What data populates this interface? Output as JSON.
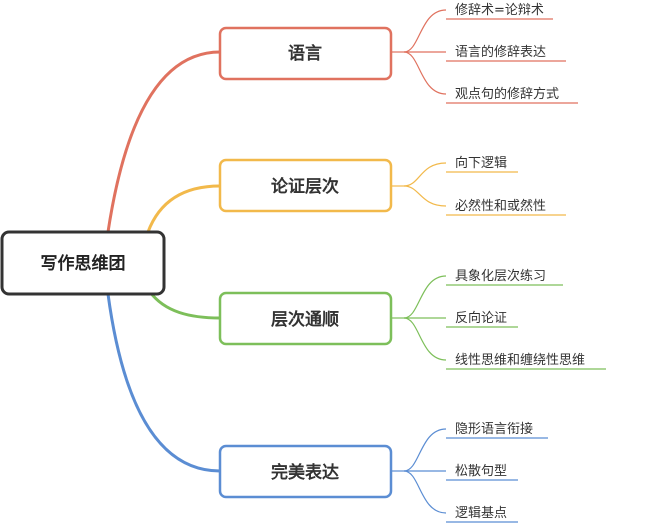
{
  "root": {
    "label": "写作思维团",
    "color": "#333333"
  },
  "branches": [
    {
      "label": "语言",
      "color": "#E0725F",
      "children": [
        "修辞术=论辩术",
        "语言的修辞表达",
        "观点句的修辞方式"
      ]
    },
    {
      "label": "论证层次",
      "color": "#F2B94B",
      "children": [
        "向下逻辑",
        "必然性和或然性"
      ]
    },
    {
      "label": "层次通顺",
      "color": "#7DBF5A",
      "children": [
        "具象化层次练习",
        "反向论证",
        "线性思维和缠绕性思维"
      ]
    },
    {
      "label": "完美表达",
      "color": "#5B8DD3",
      "children": [
        "隐形语言衔接",
        "松散句型",
        "逻辑基点"
      ]
    }
  ]
}
